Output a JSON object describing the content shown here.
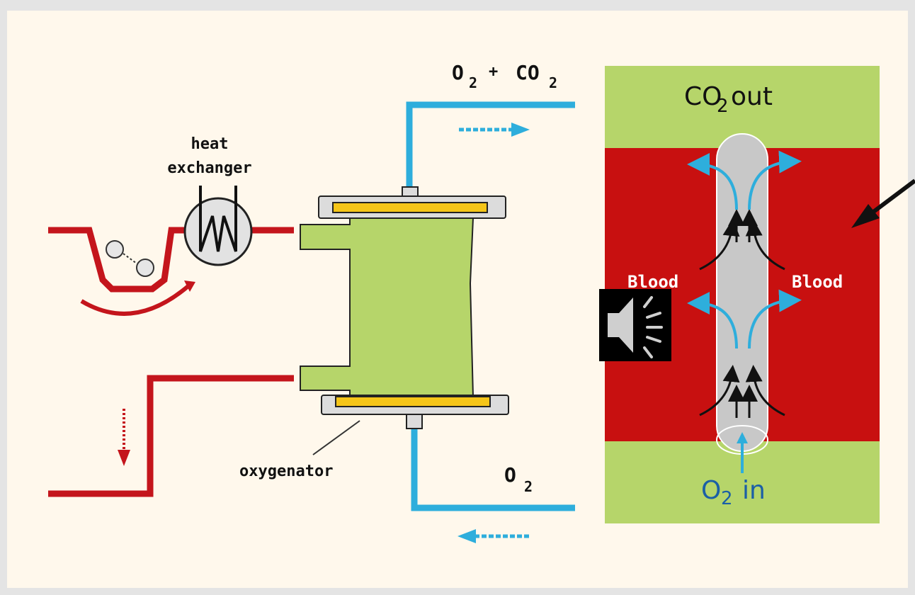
{
  "labels": {
    "heat_line1": "heat",
    "heat_line2": "exchanger",
    "oxygenator": "oxygenator",
    "top_gas_o2": "O",
    "top_gas_o2_sub": "2",
    "top_gas_plus": "+",
    "top_gas_co2": "CO",
    "top_gas_co2_sub": "2",
    "bottom_gas": "O",
    "bottom_gas_sub": "2",
    "co2_out_main": "CO",
    "co2_out_sub": "2",
    "co2_out_word": "out",
    "o2_in_main": "O",
    "o2_in_sub": "2",
    "o2_in_word": "in",
    "blood_left": "Blood",
    "blood_right": "Blood"
  },
  "icons": {
    "speaker": "speaker-icon",
    "pump": "roller-pump-icon",
    "heat_exchanger": "heat-exchanger-icon"
  },
  "colors": {
    "background": "#fff8ec",
    "blood_tube": "#c4151c",
    "gas_tube": "#2eaedc",
    "membrane_green": "#b6d56a",
    "gold_plate": "#f5c518",
    "fiber_gray": "#c8c8c8",
    "blood_region": "#c81010"
  }
}
